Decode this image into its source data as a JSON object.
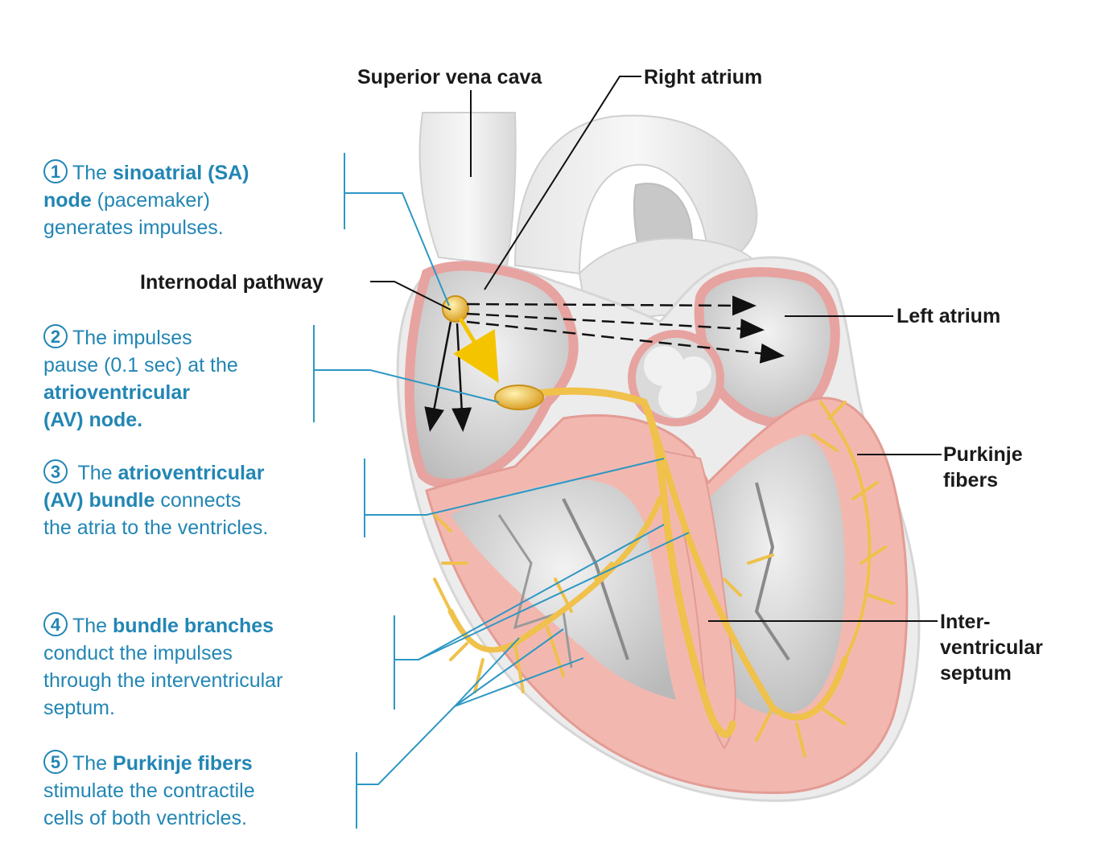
{
  "labels": {
    "superior_vena_cava": "Superior vena cava",
    "right_atrium": "Right atrium",
    "internodal_pathway": "Internodal pathway",
    "left_atrium": "Left atrium",
    "purkinje_fibers": [
      "Purkinje",
      "fibers"
    ],
    "interventricular_septum": [
      "Inter-",
      "ventricular",
      "septum"
    ]
  },
  "steps": [
    {
      "number": "1",
      "lines": [
        [
          {
            "t": "The "
          },
          {
            "b": "sinoatrial (SA)"
          }
        ],
        [
          {
            "b": "node"
          },
          {
            "t": " (pacemaker)"
          }
        ],
        [
          {
            "t": "generates impulses."
          }
        ]
      ]
    },
    {
      "number": "2",
      "lines": [
        [
          {
            "t": "The impulses"
          }
        ],
        [
          {
            "t": "pause (0.1 sec) at the"
          }
        ],
        [
          {
            "b": "atrioventricular"
          }
        ],
        [
          {
            "b": "(AV) node."
          }
        ]
      ]
    },
    {
      "number": "3",
      "lines": [
        [
          {
            "t": " The "
          },
          {
            "b": "atrioventricular"
          }
        ],
        [
          {
            "b": "(AV) bundle"
          },
          {
            "t": " connects"
          }
        ],
        [
          {
            "t": "the atria to the ventricles."
          }
        ]
      ]
    },
    {
      "number": "4",
      "lines": [
        [
          {
            "t": "The "
          },
          {
            "b": "bundle branches"
          }
        ],
        [
          {
            "t": "conduct the impulses"
          }
        ],
        [
          {
            "t": "through the interventricular"
          }
        ],
        [
          {
            "t": "septum."
          }
        ]
      ]
    },
    {
      "number": "5",
      "lines": [
        [
          {
            "t": "The "
          },
          {
            "b": "Purkinje fibers"
          }
        ],
        [
          {
            "t": "stimulate the contractile"
          }
        ],
        [
          {
            "t": "cells of both ventricles."
          }
        ]
      ]
    }
  ],
  "colors": {
    "step_text": "#2286b4",
    "label_text": "#1a1a1a",
    "myocardium": "#f2b8b0",
    "chamber_gray": "#c9c9c9",
    "conduction_yellow": "#f0c14b"
  },
  "icons": [
    "sa-node-icon",
    "av-node-icon",
    "impulse-arrow-icon"
  ]
}
